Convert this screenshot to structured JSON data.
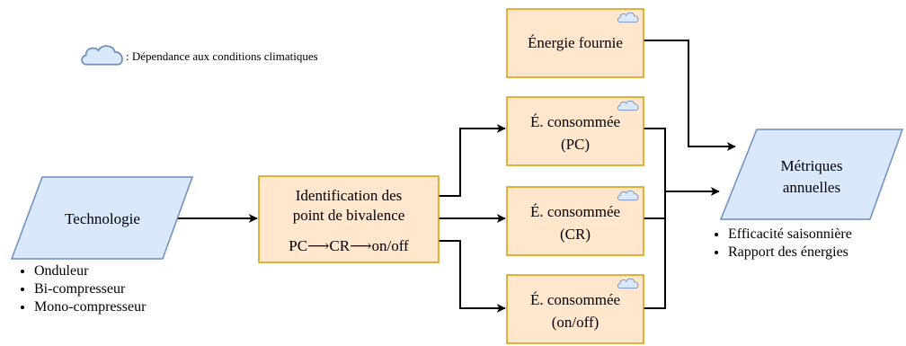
{
  "legend": {
    "icon": "cloud-icon",
    "text": ": Dépendance aux conditions climatiques"
  },
  "nodes": {
    "technologie": "Technologie",
    "identification_line1": "Identification des",
    "identification_line2": "point de bivalence",
    "identification_sequence": "PC⟶CR⟶on/off",
    "energie_fournie": "Énergie fournie",
    "consommee_pc_line1": "É. consommée",
    "consommee_pc_line2": "(PC)",
    "consommee_cr_line1": "É. consommée",
    "consommee_cr_line2": "(CR)",
    "consommee_onoff_line1": "É. consommée",
    "consommee_onoff_line2": "(on/off)",
    "metriques_line1": "Métriques",
    "metriques_line2": "annuelles"
  },
  "technology_list": [
    "Onduleur",
    "Bi-compresseur",
    "Mono-compresseur"
  ],
  "metrics_list": [
    "Efficacité saisonnière",
    "Rapport des énergies"
  ],
  "colors": {
    "process_fill": "#ffe6cc",
    "process_stroke": "#d79b00",
    "io_fill": "#dae8fc",
    "io_stroke": "#6c8ebf",
    "edge": "#000000"
  }
}
